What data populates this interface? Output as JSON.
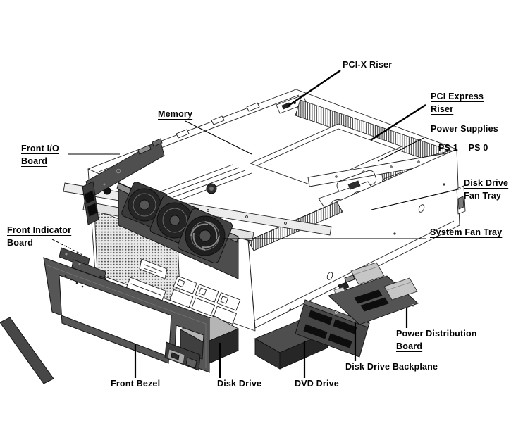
{
  "labels": {
    "pci_x_riser": "PCI-X Riser",
    "memory": "Memory",
    "pci_express_riser": "PCI Express Riser",
    "power_supplies": "Power Supplies",
    "ps_units": "PS 1    PS 0",
    "front_io_board": "Front I/O Board",
    "disk_drive_fan_tray": "Disk Drive Fan Tray",
    "front_indicator_board": "Front Indicator Board",
    "system_fan_tray": "System Fan Tray",
    "power_distribution_board": "Power Distribution Board",
    "disk_drive_backplane": "Disk Drive Backplane",
    "front_bezel": "Front Bezel",
    "disk_drive": "Disk Drive",
    "dvd_drive": "DVD Drive"
  },
  "colors": {
    "background": "#ffffff",
    "line": "#1f1f1f",
    "part-dark": "#4a4a4a",
    "part-mid": "#565656",
    "part-deep": "#2e2e2e",
    "part-light": "#b5b5b5",
    "connector-light": "#c6c6c6",
    "connector-black": "#0d0d0d"
  }
}
